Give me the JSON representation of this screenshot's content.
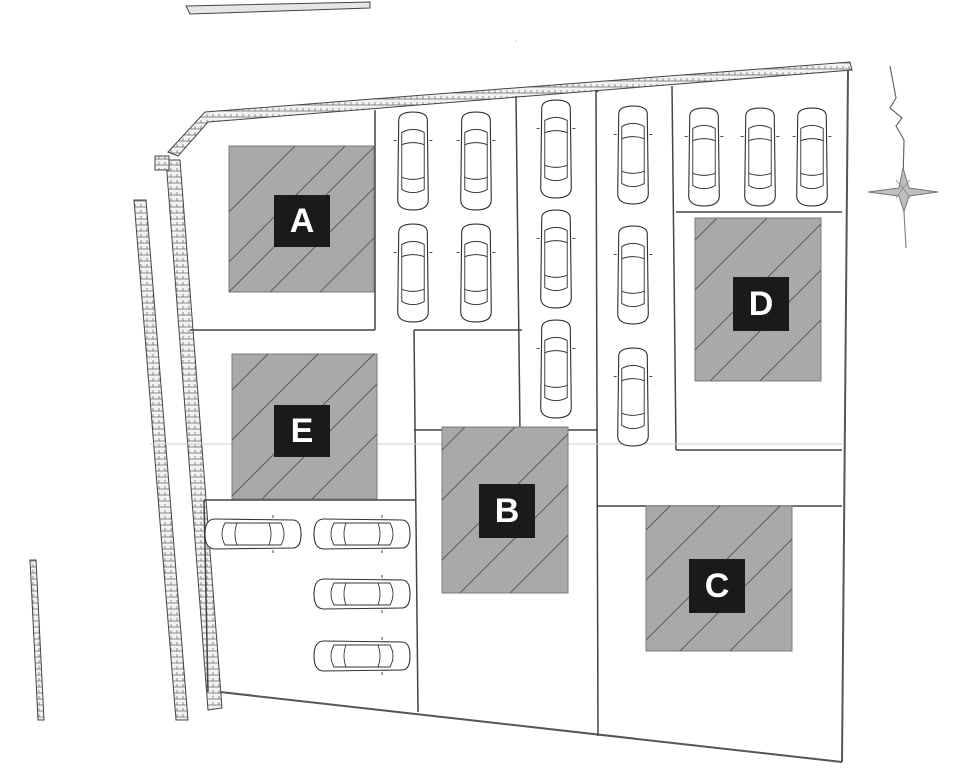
{
  "site_plan": {
    "lots": [
      {
        "label": "A"
      },
      {
        "label": "B"
      },
      {
        "label": "C"
      },
      {
        "label": "D"
      },
      {
        "label": "E"
      }
    ],
    "compass_icon": "north-arrow-compass-icon",
    "parking_icon": "car-icon",
    "colors": {
      "lot_fill": "#a9a9a9",
      "label_box": "#1a1a1a",
      "label_text": "#ffffff",
      "linework": "#444444"
    }
  }
}
